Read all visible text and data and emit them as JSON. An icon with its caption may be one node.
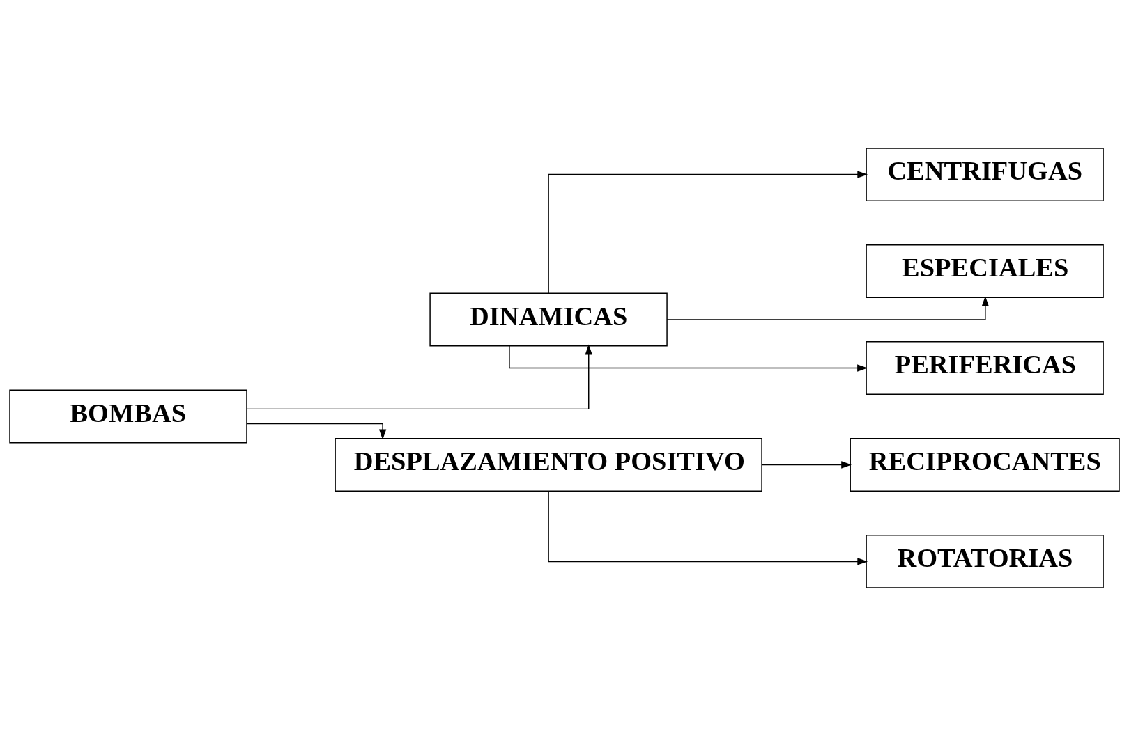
{
  "diagram": {
    "nodes": [
      {
        "text": [
          "BOMBAS"
        ]
      },
      {
        "text": [
          "DINAMICAS"
        ]
      },
      {
        "text": [
          "DESPLAZAMIENTO POSITIVO"
        ]
      },
      {
        "text": [
          "CENTRIFUGAS"
        ]
      },
      {
        "text": [
          "ESPECIALES"
        ]
      },
      {
        "text": [
          "PERIFERICAS"
        ]
      },
      {
        "text": [
          "RECIPROCANTES"
        ]
      },
      {
        "text": [
          "ROTATORIAS"
        ]
      }
    ],
    "edges": [
      {
        "from": 0,
        "to": 1,
        "arrow": "to"
      },
      {
        "from": 0,
        "to": 2,
        "arrow": "to"
      },
      {
        "from": 1,
        "to": 3,
        "arrow": "to"
      },
      {
        "from": 1,
        "to": 4,
        "arrow": "to"
      },
      {
        "from": 1,
        "to": 5,
        "arrow": "to"
      },
      {
        "from": 2,
        "to": 6,
        "arrow": "to"
      },
      {
        "from": 2,
        "to": 7,
        "arrow": "to"
      }
    ]
  }
}
